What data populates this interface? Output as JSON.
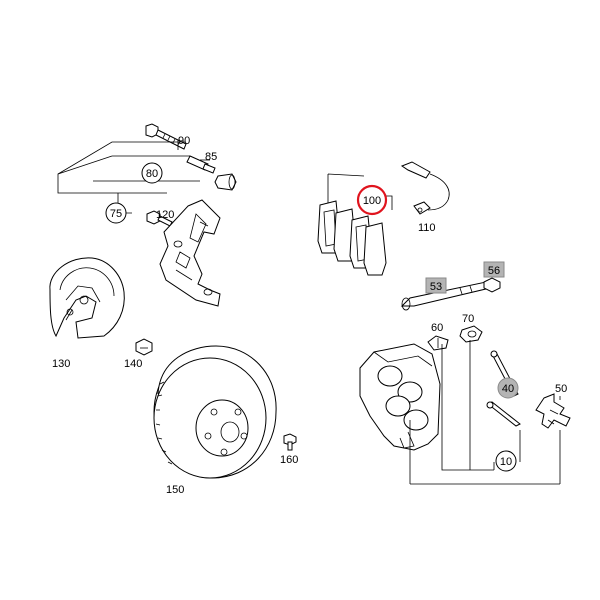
{
  "diagram": {
    "callouts": {
      "c90": "90",
      "c85": "85",
      "c80": "80",
      "c75": "75",
      "c120": "120",
      "c130": "130",
      "c140": "140",
      "c150": "150",
      "c160": "160",
      "c100": "100",
      "c110": "110",
      "c53": "53",
      "c56": "56",
      "c60": "60",
      "c70": "70",
      "c40": "40",
      "c50": "50",
      "c10": "10"
    },
    "highlighted": "100",
    "colors": {
      "highlight": "#e0141e",
      "grey_badge": "#b4b4b4",
      "line": "#000000"
    }
  }
}
